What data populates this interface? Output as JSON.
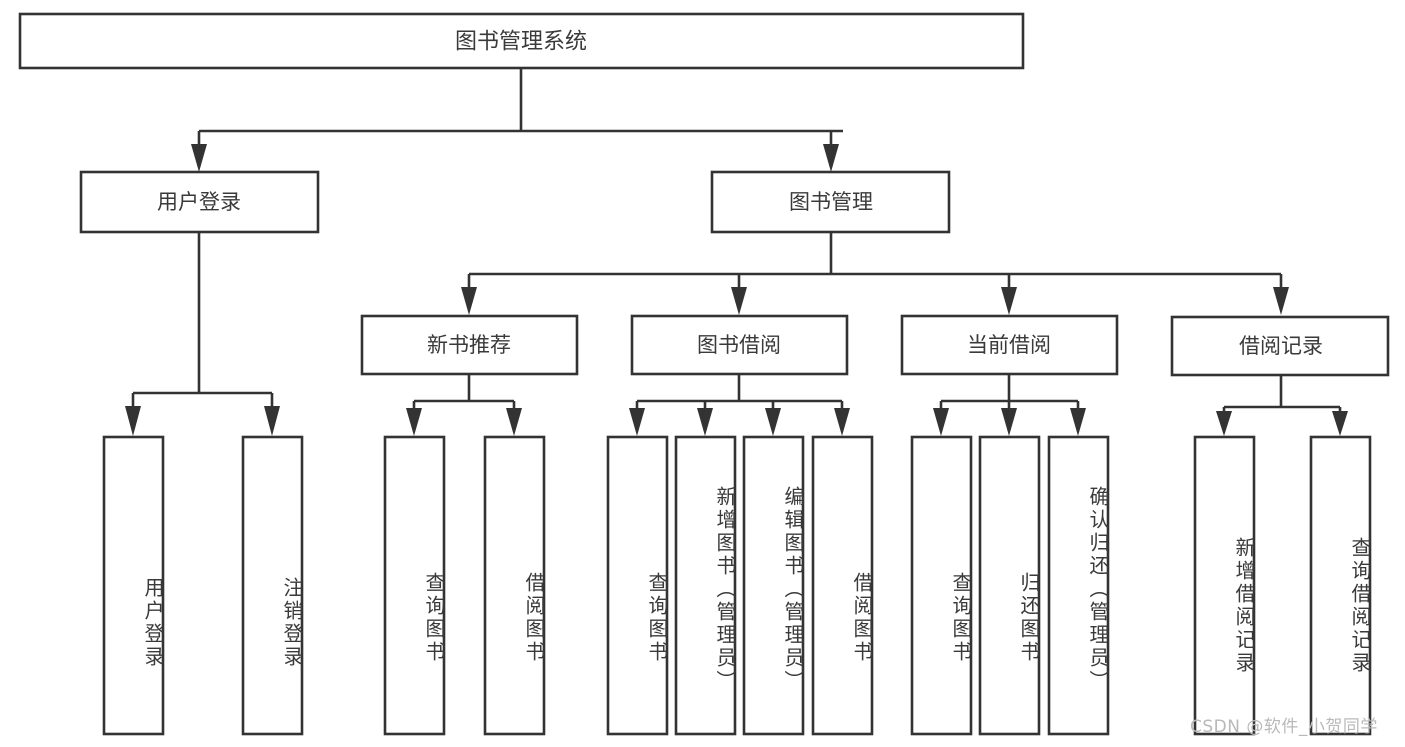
{
  "diagram": {
    "kind": "tree-hierarchy-chart",
    "title": "图书管理系统",
    "accent_color": "#333333",
    "background_color": "#ffffff",
    "box_fill": "#ffffff",
    "text_color": "#3a3a3a",
    "root": {
      "label": "图书管理系统"
    },
    "level2": [
      {
        "label": "用户登录"
      },
      {
        "label": "图书管理"
      }
    ],
    "level3": [
      {
        "label": "新书推荐"
      },
      {
        "label": "图书借阅"
      },
      {
        "label": "当前借阅"
      },
      {
        "label": "借阅记录"
      }
    ],
    "leaves": {
      "user_login": [
        {
          "label": "用户登录"
        },
        {
          "label": "注销登录"
        }
      ],
      "new_book_recommend": [
        {
          "label": "查询图书"
        },
        {
          "label": "借阅图书"
        }
      ],
      "book_borrow": [
        {
          "label": "查询图书"
        },
        {
          "label": "新增图书（管理员）"
        },
        {
          "label": "编辑图书（管理员）"
        },
        {
          "label": "借阅图书"
        }
      ],
      "current_borrow": [
        {
          "label": "查询图书"
        },
        {
          "label": "归还图书"
        },
        {
          "label": "确认归还（管理员）"
        }
      ],
      "borrow_record": [
        {
          "label": "新增借阅记录"
        },
        {
          "label": "查询借阅记录"
        }
      ]
    }
  },
  "watermark": {
    "text": "CSDN @软件_小贺同学"
  }
}
